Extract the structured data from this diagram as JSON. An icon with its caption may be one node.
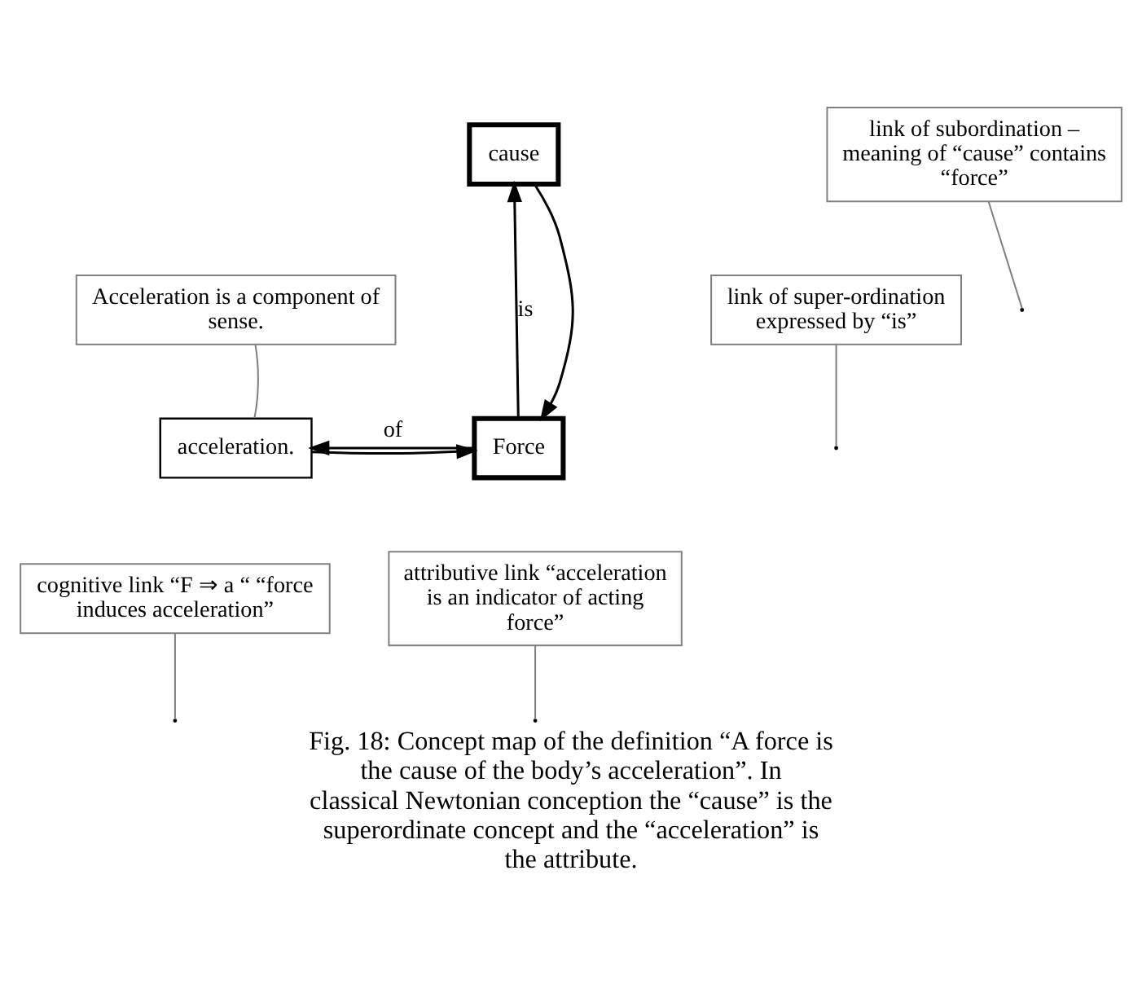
{
  "diagram": {
    "caption": "Fig. 18: Concept map of the definition “A force is the cause of the body’s acceleration”. In classical Newtonian conception the “cause” is the superordinate concept and the “acceleration” is the attribute.",
    "nodes": [
      {
        "text": [
          "link of subordination – meaning of “cause” contains “force”"
        ]
      },
      {
        "text": [
          "cause"
        ]
      },
      {
        "text": [
          "link of super-ordination expressed by “is”"
        ]
      },
      {
        "text": [
          "Acceleration is a component of sense."
        ]
      },
      {
        "text": [
          "Force"
        ]
      },
      {
        "text": [
          "acceleration."
        ]
      },
      {
        "text": [
          "attributive link “acceleration is an indicator of acting force”"
        ]
      },
      {
        "text": [
          "cognitive link “F ⇒ a “ “force induces acceleration”"
        ]
      }
    ],
    "edges": [
      {
        "from": 1,
        "to": 4,
        "arrow": "to",
        "color": "#000000"
      },
      {
        "from": 4,
        "to": 1,
        "arrow": "to",
        "label": "is",
        "color": "#000000"
      },
      {
        "from": 4,
        "to": 5,
        "arrow": "to",
        "label": "of",
        "color": "#000000"
      },
      {
        "from": 5,
        "to": 4,
        "arrow": "to",
        "color": "#000000"
      },
      {
        "from": 0,
        "to": null,
        "arrow": "none",
        "color": "#808080"
      },
      {
        "from": 2,
        "to": null,
        "arrow": "none",
        "color": "#808080"
      },
      {
        "from": 3,
        "to": 5,
        "arrow": "none",
        "color": "#808080"
      },
      {
        "from": 6,
        "to": null,
        "arrow": "none",
        "color": "#808080"
      },
      {
        "from": 7,
        "to": null,
        "arrow": "none",
        "color": "#808080"
      }
    ]
  }
}
